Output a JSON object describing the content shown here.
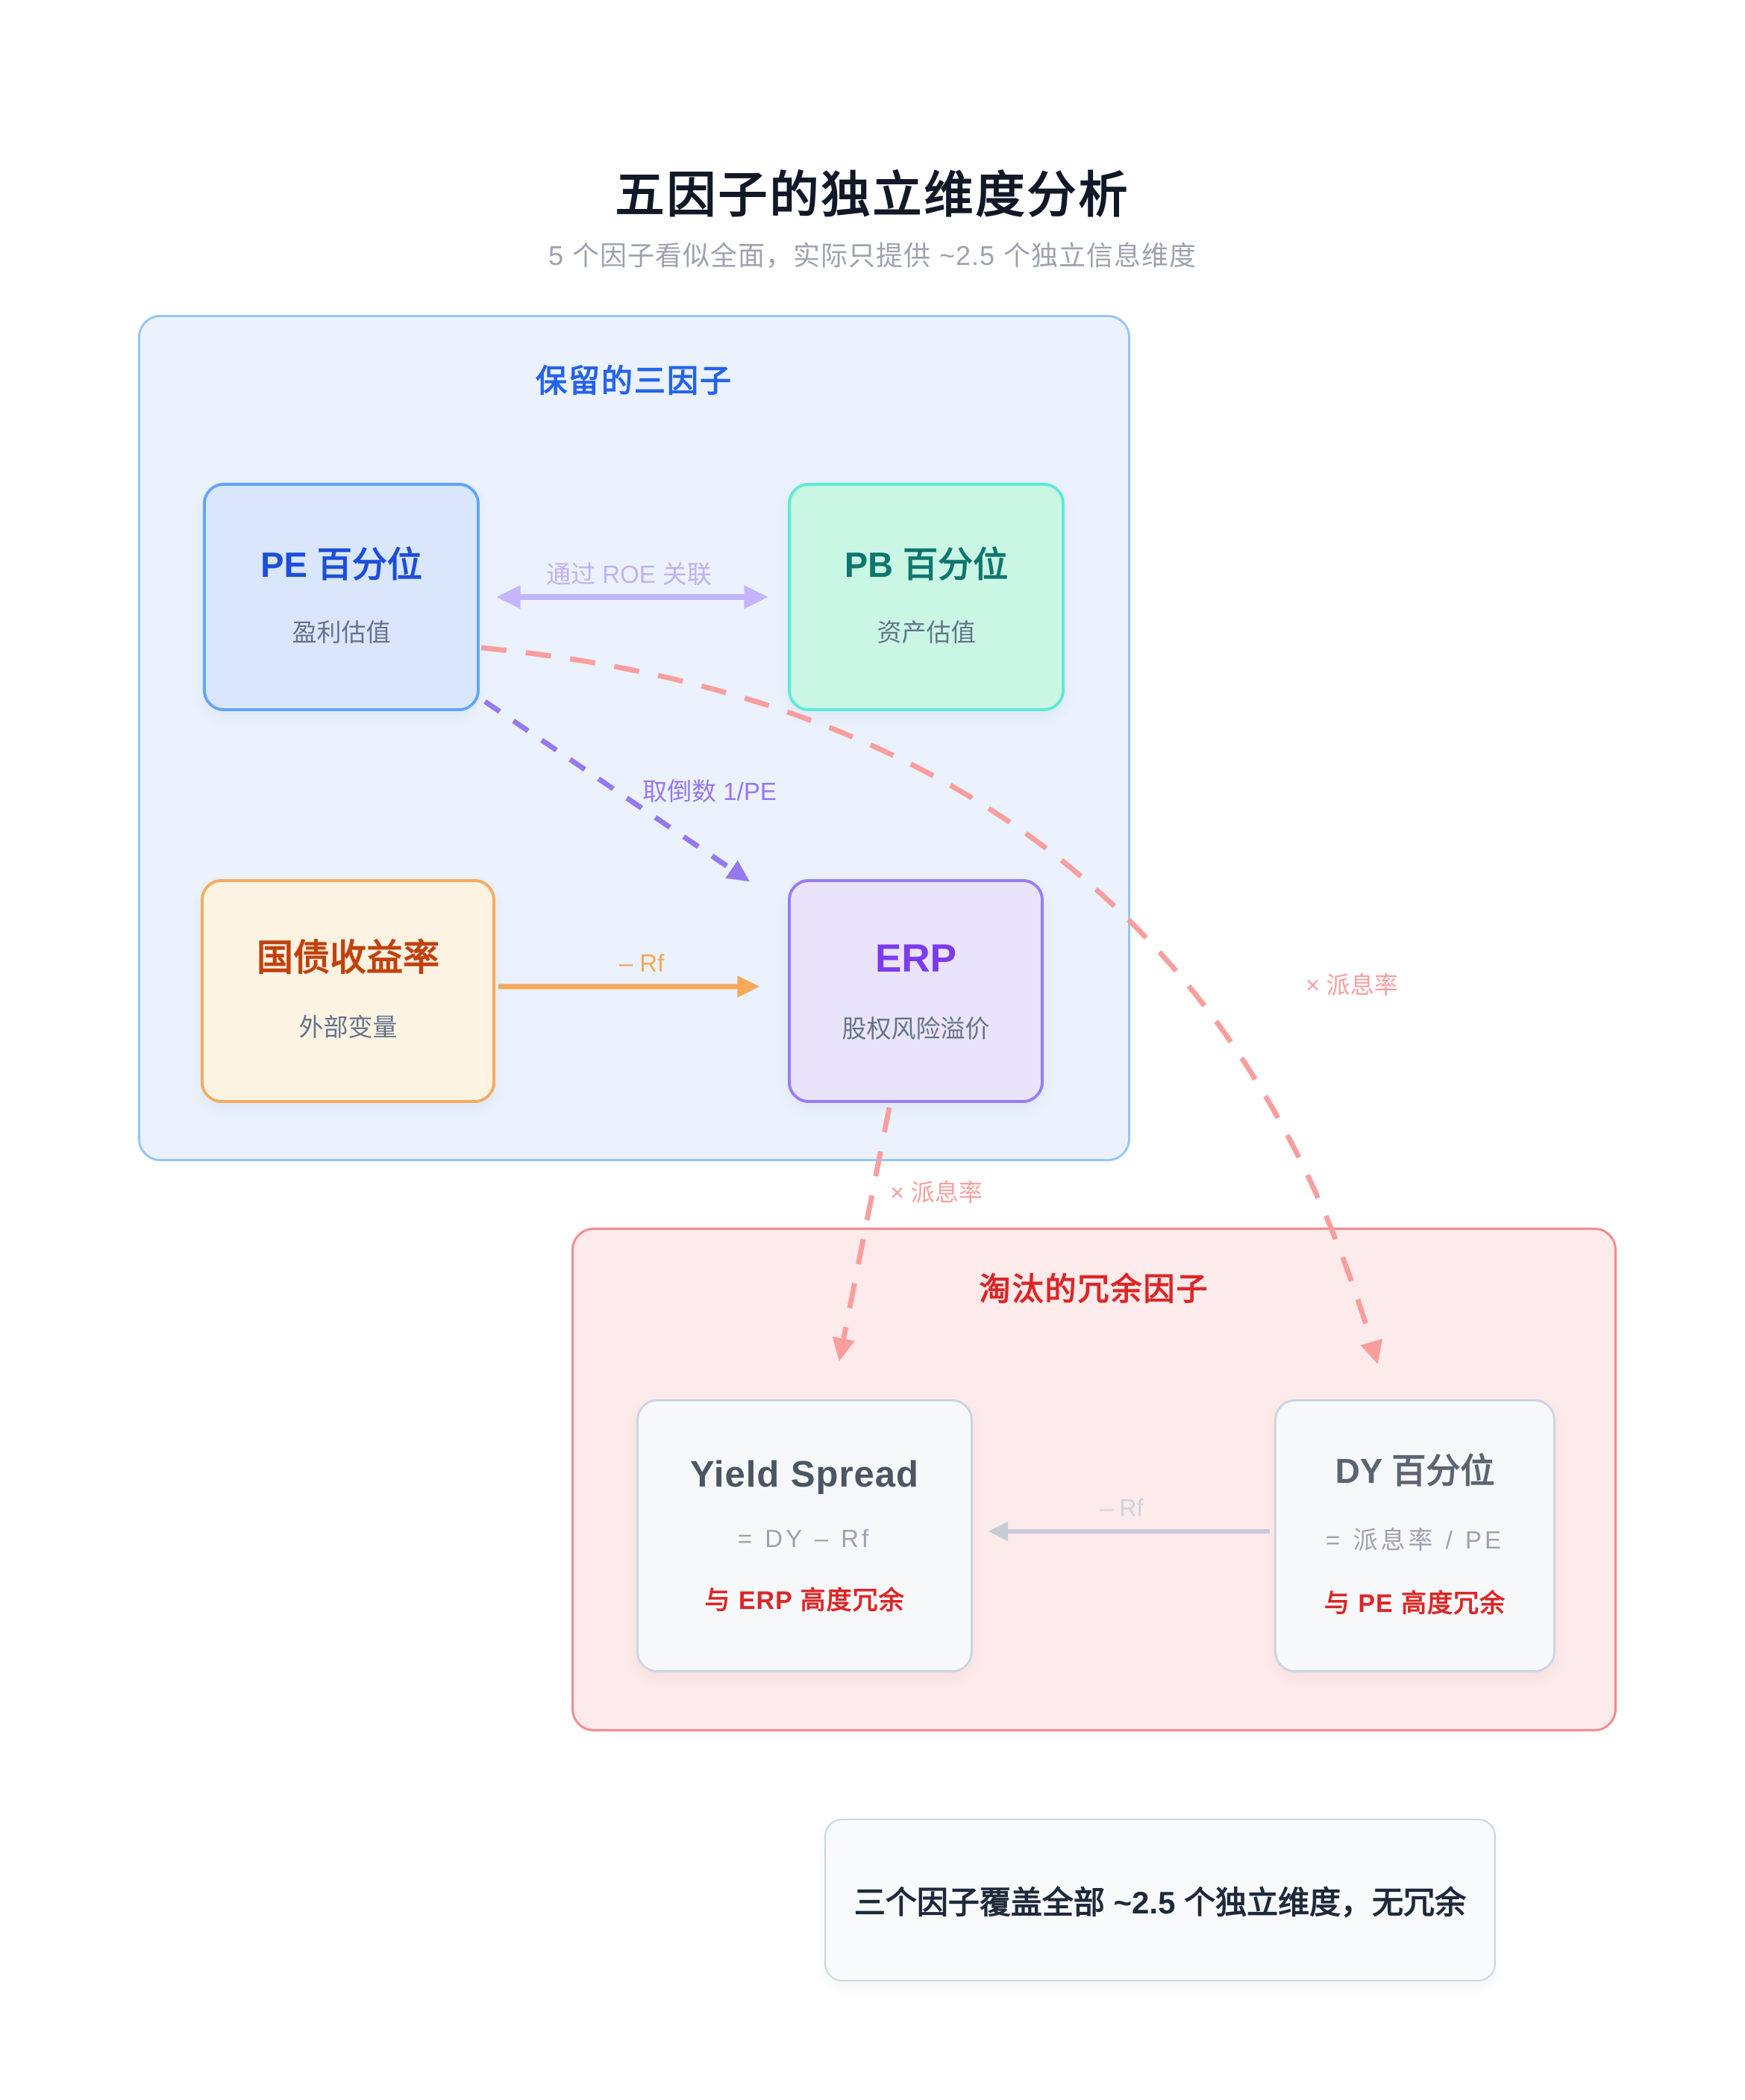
{
  "page": {
    "title": "五因子的独立维度分析",
    "subtitle": "5 个因子看似全面，实际只提供 ~2.5 个独立信息维度"
  },
  "groups": {
    "retained": {
      "label": "保留的三因子",
      "cards": {
        "pe": {
          "title": "PE 百分位",
          "subtitle": "盈利估值"
        },
        "pb": {
          "title": "PB 百分位",
          "subtitle": "资产估值"
        },
        "bond": {
          "title": "国债收益率",
          "subtitle": "外部变量"
        },
        "erp": {
          "title": "ERP",
          "subtitle": "股权风险溢价"
        }
      }
    },
    "removed": {
      "label": "淘汰的冗余因子",
      "cards": {
        "yield_spread": {
          "title": "Yield Spread",
          "formula": "= DY – Rf",
          "note": "与 ERP 高度冗余"
        },
        "dy": {
          "title": "DY 百分位",
          "formula": "= 派息率 / PE",
          "note": "与 PE 高度冗余"
        }
      }
    }
  },
  "edges": {
    "roe_link": "通过 ROE 关联",
    "inverse_pe": "取倒数 1/PE",
    "minus_rf_orange": "– Rf",
    "times_dividend_from_erp": "× 派息率",
    "times_dividend_from_pe": "× 派息率",
    "minus_rf_gray": "– Rf"
  },
  "conclusion": "三个因子覆盖全部 ~2.5 个独立维度，无冗余",
  "colors": {
    "retained_border": "#93c5fd",
    "retained_fill": "#ebf2fd",
    "retained_label": "#2563eb",
    "removed_border": "#f48a8a",
    "removed_fill": "#fdeaea",
    "removed_label": "#dc2626",
    "pe_accent": "#1d4ed8",
    "pb_accent": "#0f766e",
    "bond_accent": "#c2410c",
    "erp_accent": "#7c3aed",
    "roe_arrow": "#c4b5fd",
    "inverse_arrow": "#9678ef",
    "rf_arrow_orange": "#f5a858",
    "dividend_arrow_pink": "#f99e9e",
    "rf_arrow_gray": "#c6ccd6",
    "redundant_note": "#dc2626"
  }
}
